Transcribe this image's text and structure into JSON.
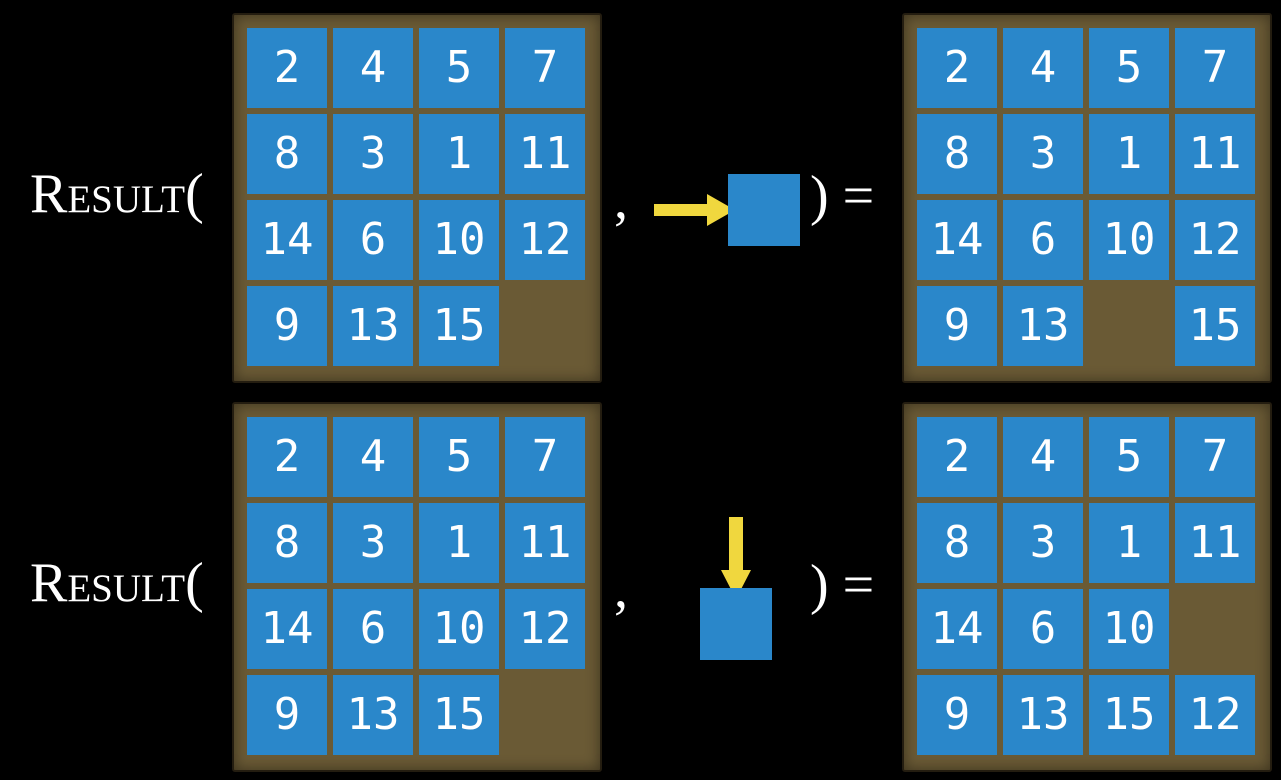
{
  "colors": {
    "background": "#000000",
    "frame": "#6a5a35",
    "tile": "#2a87ca",
    "number": "#ffffff",
    "arrow": "#f0d73e",
    "text": "#ffffff"
  },
  "equations": [
    {
      "label": "Result(",
      "comma": ",",
      "move_icon": "right-arrow-icon",
      "close": ") =",
      "input_grid": [
        [
          "2",
          "4",
          "5",
          "7"
        ],
        [
          "8",
          "3",
          "1",
          "11"
        ],
        [
          "14",
          "6",
          "10",
          "12"
        ],
        [
          "9",
          "13",
          "15",
          ""
        ]
      ],
      "output_grid": [
        [
          "2",
          "4",
          "5",
          "7"
        ],
        [
          "8",
          "3",
          "1",
          "11"
        ],
        [
          "14",
          "6",
          "10",
          "12"
        ],
        [
          "9",
          "13",
          "",
          "15"
        ]
      ]
    },
    {
      "label": "Result(",
      "comma": ",",
      "move_icon": "down-arrow-icon",
      "close": ") =",
      "input_grid": [
        [
          "2",
          "4",
          "5",
          "7"
        ],
        [
          "8",
          "3",
          "1",
          "11"
        ],
        [
          "14",
          "6",
          "10",
          "12"
        ],
        [
          "9",
          "13",
          "15",
          ""
        ]
      ],
      "output_grid": [
        [
          "2",
          "4",
          "5",
          "7"
        ],
        [
          "8",
          "3",
          "1",
          "11"
        ],
        [
          "14",
          "6",
          "10",
          ""
        ],
        [
          "9",
          "13",
          "15",
          "12"
        ]
      ]
    }
  ]
}
